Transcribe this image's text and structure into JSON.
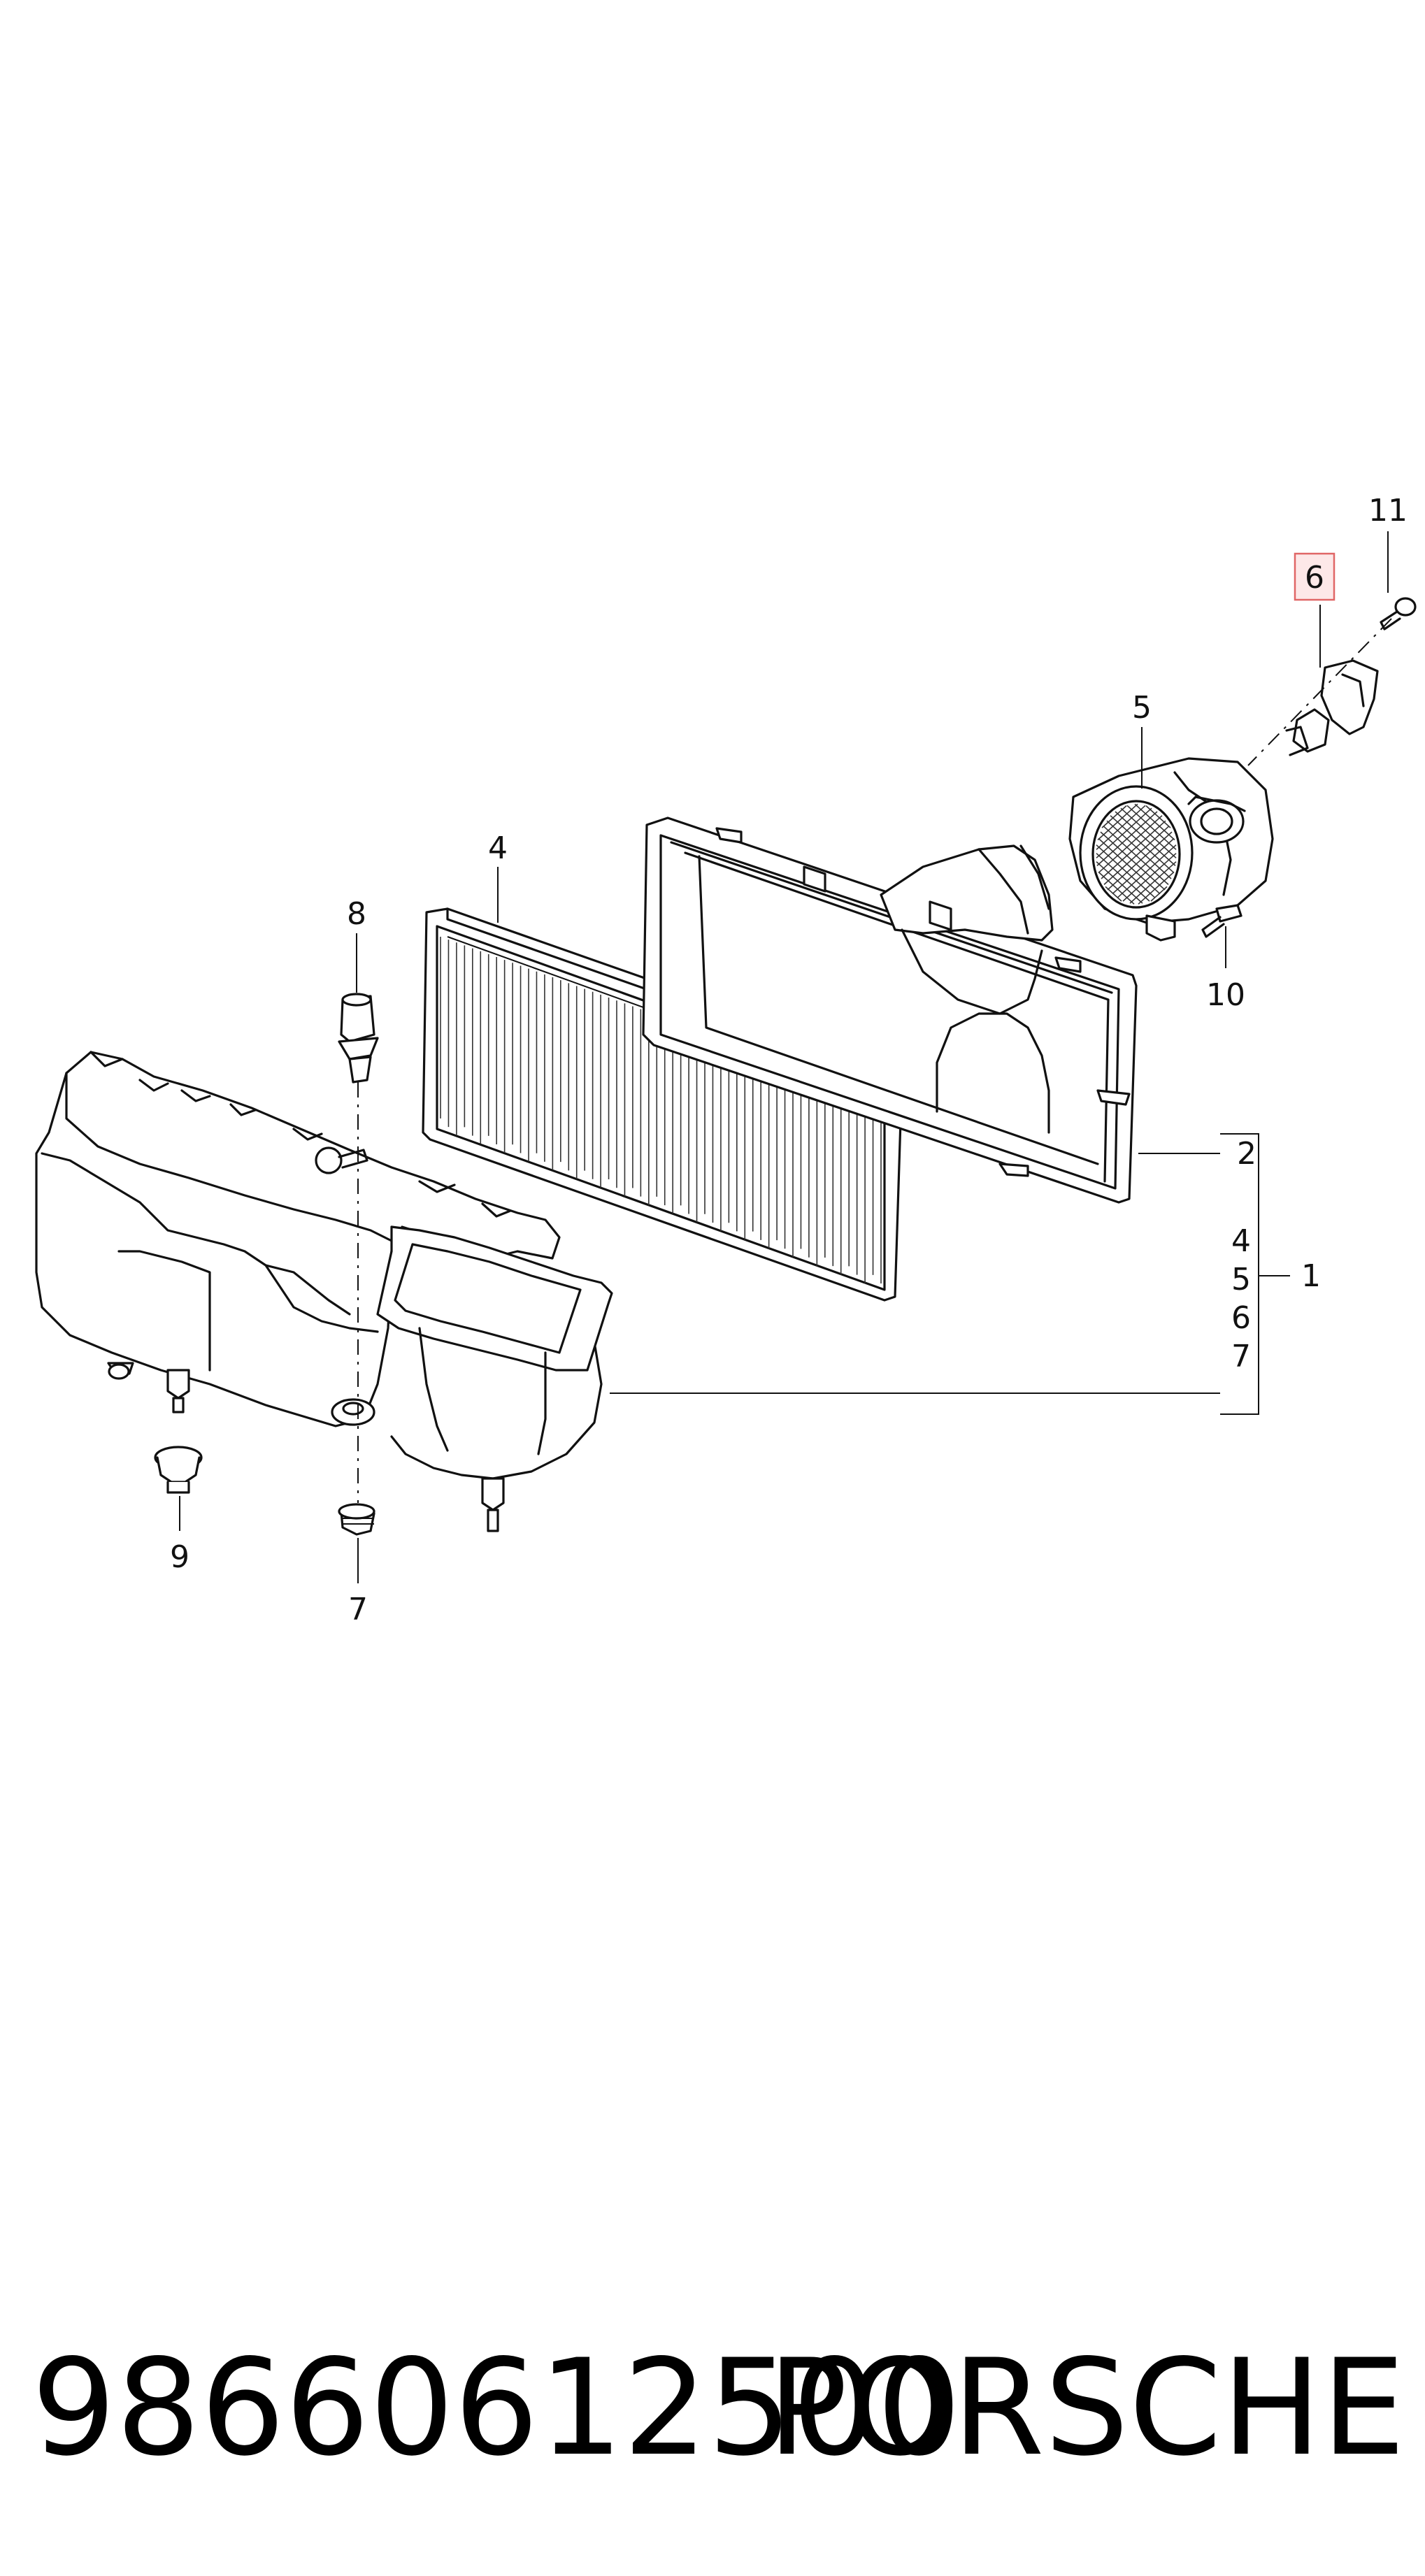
{
  "parts": [
    {
      "id": "p11",
      "label": "11"
    },
    {
      "id": "p6-highlight",
      "label": "6"
    },
    {
      "id": "p5",
      "label": "5"
    },
    {
      "id": "p4",
      "label": "4"
    },
    {
      "id": "p8",
      "label": "8"
    },
    {
      "id": "p10",
      "label": "10"
    },
    {
      "id": "p2",
      "label": "2"
    },
    {
      "id": "p1",
      "label": "1"
    },
    {
      "id": "g4",
      "label": "4"
    },
    {
      "id": "g5",
      "label": "5"
    },
    {
      "id": "g6",
      "label": "6"
    },
    {
      "id": "g7",
      "label": "7"
    },
    {
      "id": "p9",
      "label": "9"
    },
    {
      "id": "p7",
      "label": "7"
    }
  ],
  "highlight_color": "#e06666",
  "highlight_fill": "#fde8e8",
  "footer": {
    "part_number": "98660612500",
    "brand": "PORSCHE"
  }
}
